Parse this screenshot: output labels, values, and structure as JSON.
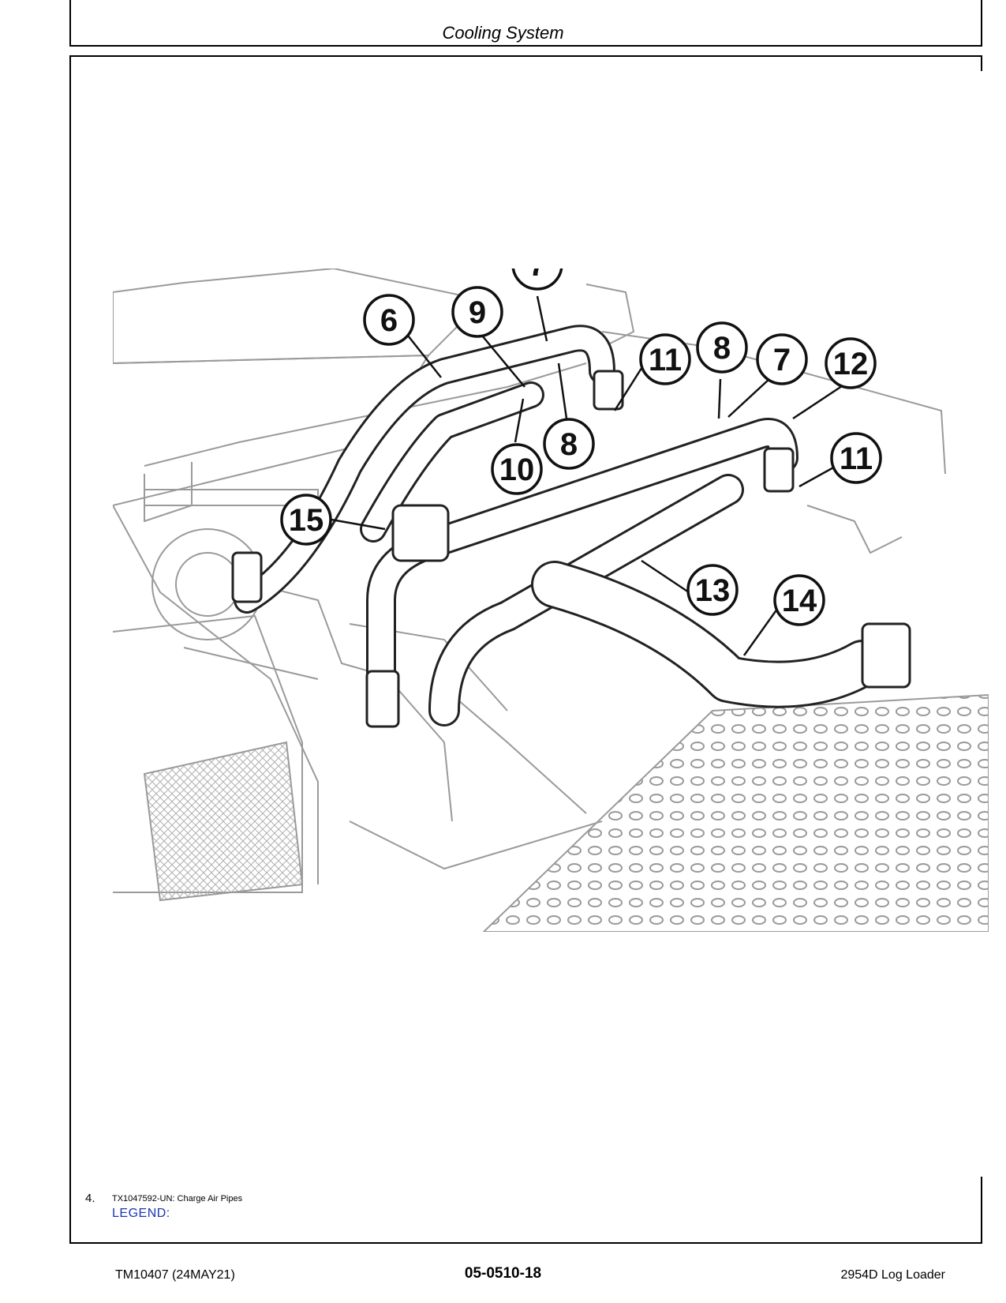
{
  "header": {
    "section_title": "Cooling System"
  },
  "figure": {
    "callouts": [
      "7",
      "6",
      "9",
      "11",
      "8",
      "7",
      "12",
      "8",
      "10",
      "11",
      "15",
      "13",
      "14"
    ]
  },
  "caption": {
    "step_number": "4.",
    "figure_id_text": "TX1047592-UN: Charge Air Pipes",
    "legend_label": "LEGEND:"
  },
  "footer": {
    "doc_id": "TM10407 (24MAY21)",
    "page_number": "05-0510-18",
    "machine": "2954D Log Loader"
  },
  "colors": {
    "legend_text": "#1a35b5",
    "drawing_gray": "#9a9a9a"
  }
}
